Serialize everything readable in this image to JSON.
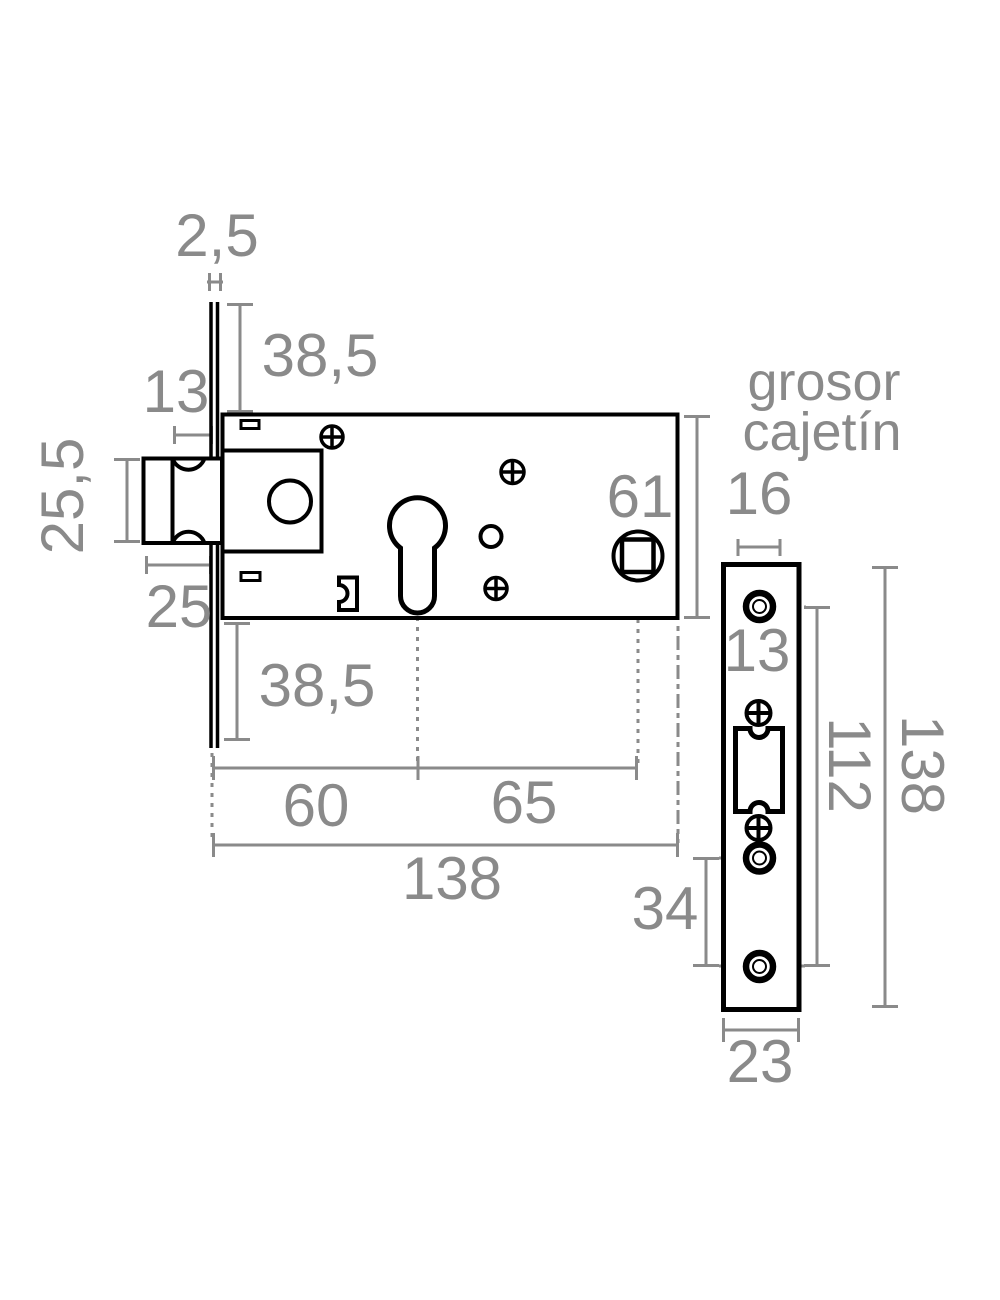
{
  "drawing": {
    "annotation": {
      "grosor": "grosor",
      "cajetin": "cajetín"
    },
    "front_view": {
      "plate_thickness": "2,5",
      "top_margin": "38,5",
      "latch_depth": "13",
      "latch_height": "25,5",
      "latch_width": "25",
      "case_height": "61",
      "bottom_margin": "38,5",
      "backset": "60",
      "cylinder_to_follower": "65",
      "case_length": "138"
    },
    "side_view": {
      "case_thickness": "16",
      "cutout_width": "13",
      "bottom_holes_spacing": "34",
      "holes_span": "112",
      "plate_length": "138",
      "plate_width": "23"
    },
    "colors": {
      "line": "#000000",
      "dimension": "#8a8a8a",
      "background": "#ffffff"
    }
  }
}
